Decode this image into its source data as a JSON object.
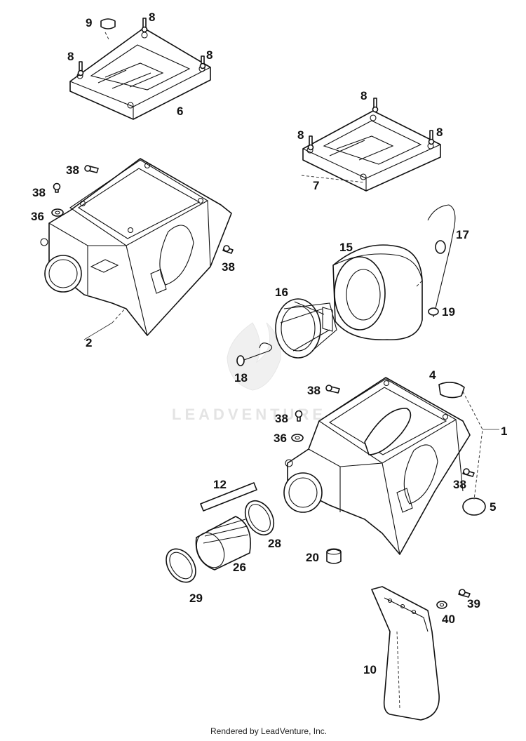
{
  "diagram": {
    "watermark": "LEADVENTURE",
    "footer": "Rendered by LeadVenture, Inc.",
    "callouts": [
      {
        "id": "c9",
        "label": "9"
      },
      {
        "id": "c8a",
        "label": "8"
      },
      {
        "id": "c8b",
        "label": "8"
      },
      {
        "id": "c8c",
        "label": "8"
      },
      {
        "id": "c6",
        "label": "6"
      },
      {
        "id": "c8d",
        "label": "8"
      },
      {
        "id": "c8e",
        "label": "8"
      },
      {
        "id": "c8f",
        "label": "8"
      },
      {
        "id": "c7",
        "label": "7"
      },
      {
        "id": "c38a",
        "label": "38"
      },
      {
        "id": "c38b",
        "label": "38"
      },
      {
        "id": "c36a",
        "label": "36"
      },
      {
        "id": "c38c",
        "label": "38"
      },
      {
        "id": "c2",
        "label": "2"
      },
      {
        "id": "c15",
        "label": "15"
      },
      {
        "id": "c17",
        "label": "17"
      },
      {
        "id": "c16",
        "label": "16"
      },
      {
        "id": "c19",
        "label": "19"
      },
      {
        "id": "c18",
        "label": "18"
      },
      {
        "id": "c4",
        "label": "4"
      },
      {
        "id": "c38d",
        "label": "38"
      },
      {
        "id": "c1",
        "label": "1"
      },
      {
        "id": "c38e",
        "label": "38"
      },
      {
        "id": "c36b",
        "label": "36"
      },
      {
        "id": "c12",
        "label": "12"
      },
      {
        "id": "c38f",
        "label": "38"
      },
      {
        "id": "c5",
        "label": "5"
      },
      {
        "id": "c28",
        "label": "28"
      },
      {
        "id": "c20",
        "label": "20"
      },
      {
        "id": "c26",
        "label": "26"
      },
      {
        "id": "c29",
        "label": "29"
      },
      {
        "id": "c39",
        "label": "39"
      },
      {
        "id": "c40",
        "label": "40"
      },
      {
        "id": "c10",
        "label": "10"
      }
    ]
  }
}
